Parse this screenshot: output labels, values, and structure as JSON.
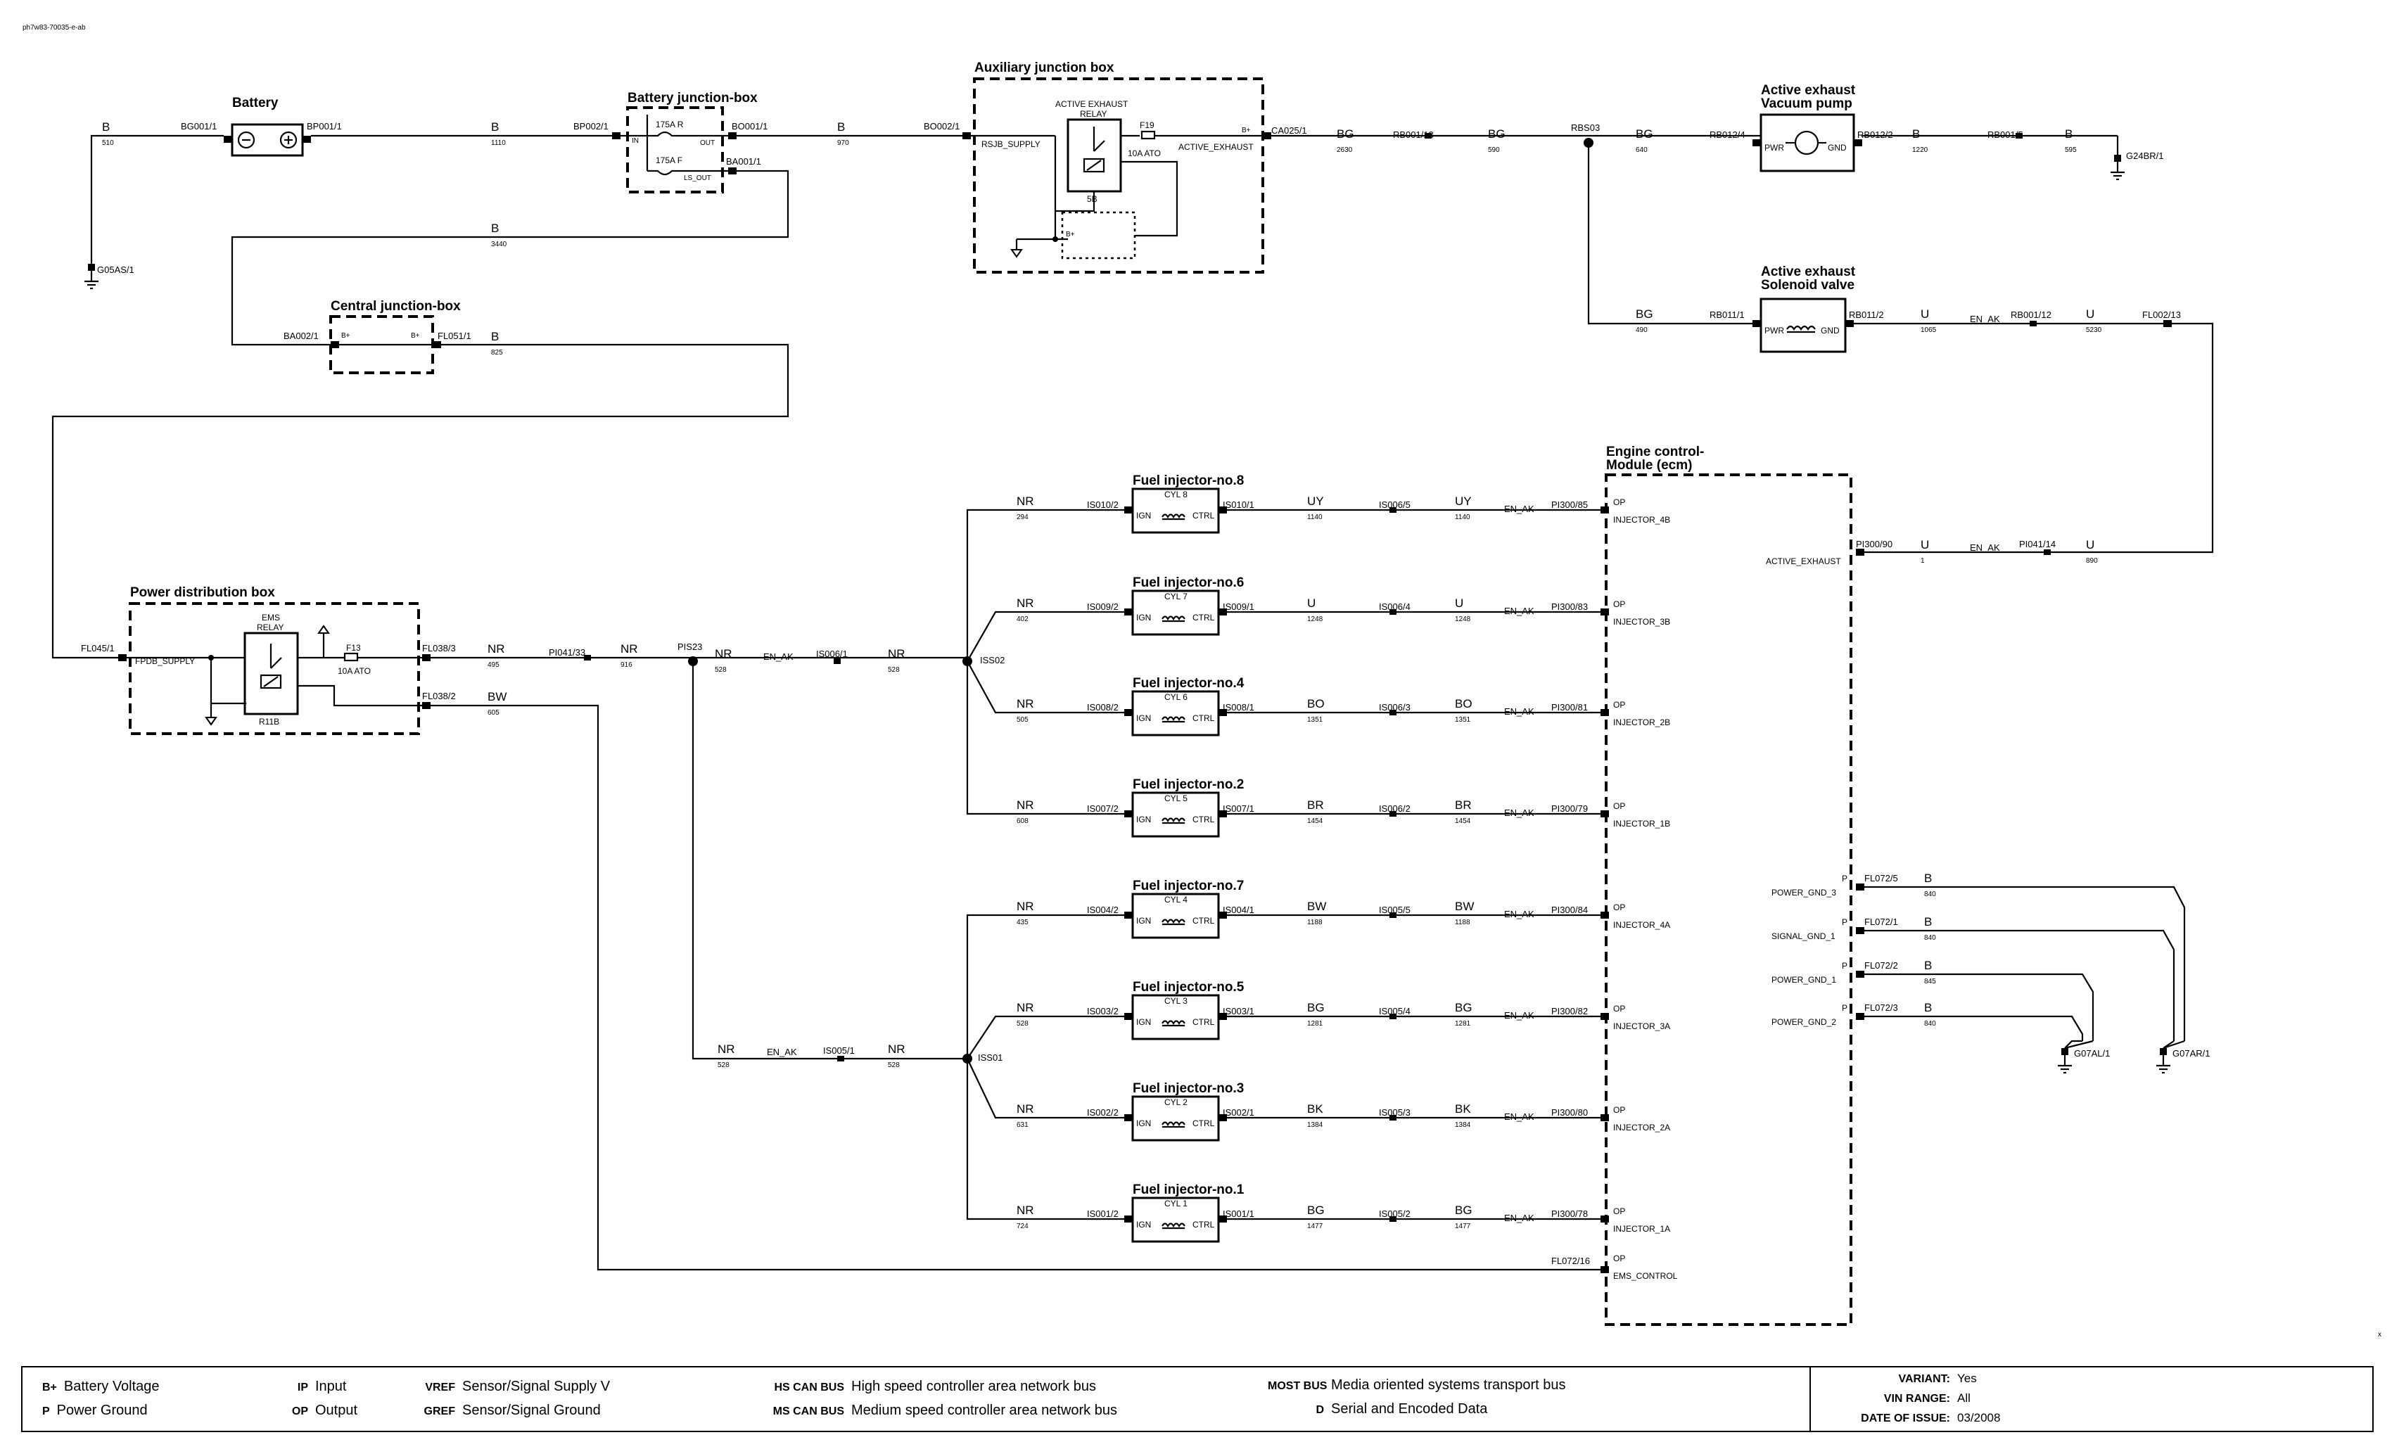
{
  "doc_id": "ph7w83-70035-e-ab",
  "components": {
    "battery": "Battery",
    "battery_jb": "Battery junction-box",
    "aux_jb": "Auxiliary junction box",
    "central_jb": "Central junction-box",
    "pdb": "Power distribution box",
    "pump": [
      "Active exhaust",
      "Vacuum pump"
    ],
    "solenoid": [
      "Active exhaust",
      "Solenoid valve"
    ],
    "ecm": [
      "Engine control-",
      "Module (ecm)"
    ],
    "inj8": "Fuel injector-no.8",
    "inj6": "Fuel injector-no.6",
    "inj4": "Fuel injector-no.4",
    "inj2": "Fuel injector-no.2",
    "inj7": "Fuel injector-no.7",
    "inj5": "Fuel injector-no.5",
    "inj3": "Fuel injector-no.3",
    "inj1": "Fuel injector-no.1"
  },
  "inner": {
    "f175a_r": "175A  R",
    "f175a_f": "175A  F",
    "in": "IN",
    "out": "OUT",
    "ls_out": "LS_OUT",
    "relay": [
      "ACTIVE EXHAUST",
      "RELAY"
    ],
    "f19": "F19",
    "f19_val": "10A ATO",
    "r5b": "5B",
    "bplus": "B+",
    "rsjb": "RSJB_SUPPLY",
    "active_exhaust": "ACTIVE_EXHAUST",
    "ems_relay": [
      "EMS",
      "RELAY"
    ],
    "f13": "F13",
    "f13_val": "10A ATO",
    "r11b": "R11B",
    "fpdb": "FPDB_SUPPLY",
    "pwr": "PWR",
    "gnd": "GND",
    "ign": "IGN",
    "ctrl": "CTRL",
    "cyl8": "CYL 8",
    "cyl7": "CYL 7",
    "cyl6": "CYL 6",
    "cyl5": "CYL 5",
    "cyl4": "CYL 4",
    "cyl3": "CYL 3",
    "cyl2": "CYL 2",
    "cyl1": "CYL 1"
  },
  "connectors": {
    "bg001_1": "BG001/1",
    "bp001_1": "BP001/1",
    "bp002_1": "BP002/1",
    "bo001_1": "BO001/1",
    "ba001_1": "BA001/1",
    "bo002_1": "BO002/1",
    "ca025_1": "CA025/1",
    "rb001_13": "RB001/13",
    "rbs03": "RBS03",
    "rb012_4": "RB012/4",
    "rb012_2": "RB012/2",
    "rb001_5": "RB001/5",
    "rb011_1": "RB011/1",
    "rb011_2": "RB011/2",
    "rb001_12": "RB001/12",
    "fl002_13": "FL002/13",
    "ba002_1": "BA002/1",
    "fl051_1": "FL051/1",
    "fl045_1": "FL045/1",
    "fl038_3": "FL038/3",
    "fl038_2": "FL038/2",
    "pi041_33": "PI041/33",
    "pis23": "PIS23",
    "is006_1": "IS006/1",
    "iss02": "ISS02",
    "iss01": "ISS01",
    "is005_1": "IS005/1",
    "pi300_90": "PI300/90",
    "pi041_14": "PI041/14",
    "fl072_16": "FL072/16",
    "fl072_5": "FL072/5",
    "fl072_1": "FL072/1",
    "fl072_2": "FL072/2",
    "fl072_3": "FL072/3",
    "is010_2": "IS010/2",
    "is010_1": "IS010/1",
    "is006_5": "IS006/5",
    "pi300_85": "PI300/85",
    "is009_2": "IS009/2",
    "is009_1": "IS009/1",
    "is006_4": "IS006/4",
    "pi300_83": "PI300/83",
    "is008_2": "IS008/2",
    "is008_1": "IS008/1",
    "is006_3": "IS006/3",
    "pi300_81": "PI300/81",
    "is007_2": "IS007/2",
    "is007_1": "IS007/1",
    "is006_2": "IS006/2",
    "pi300_79": "PI300/79",
    "is004_2": "IS004/2",
    "is004_1": "IS004/1",
    "is005_5": "IS005/5",
    "pi300_84": "PI300/84",
    "is003_2": "IS003/2",
    "is003_1": "IS003/1",
    "is005_4": "IS005/4",
    "pi300_82": "PI300/82",
    "is002_2": "IS002/2",
    "is002_1": "IS002/1",
    "is005_3": "IS005/3",
    "pi300_80": "PI300/80",
    "is001_2": "IS001/2",
    "is001_1": "IS001/1",
    "is005_2": "IS005/2",
    "pi300_78": "PI300/78"
  },
  "grounds": {
    "g05as": "G05AS/1",
    "g24br": "G24BR/1",
    "g07al": "G07AL/1",
    "g07ar": "G07AR/1"
  },
  "pins": {
    "op": "OP",
    "p": "P",
    "inj4b": "INJECTOR_4B",
    "inj3b": "INJECTOR_3B",
    "inj2b": "INJECTOR_2B",
    "inj1b": "INJECTOR_1B",
    "inj4a": "INJECTOR_4A",
    "inj3a": "INJECTOR_3A",
    "inj2a": "INJECTOR_2A",
    "inj1a": "INJECTOR_1A",
    "ems_control": "EMS_CONTROL",
    "active_exhaust": "ACTIVE_EXHAUST",
    "pg3": "POWER_GND_3",
    "sg1": "SIGNAL_GND_1",
    "pg1": "POWER_GND_1",
    "pg2": "POWER_GND_2"
  },
  "colors": {
    "b": "B",
    "bg": "BG",
    "nr": "NR",
    "bw": "BW",
    "u": "U",
    "uy": "UY",
    "bo": "BO",
    "br": "BR",
    "bk": "BK",
    "en_ak": "EN_AK"
  },
  "wire_nums": {
    "w510": "510",
    "w1110": "1110",
    "w970": "970",
    "w3440": "3440",
    "w825": "825",
    "w2630": "2630",
    "w590": "590",
    "w640": "640",
    "w1220": "1220",
    "w595": "595",
    "w490": "490",
    "w1065": "1065",
    "w5230": "5230",
    "w1": "1",
    "w890": "890",
    "w495": "495",
    "w916": "916",
    "w528": "528",
    "w605": "605",
    "w294": "294",
    "w1140": "1140",
    "w402": "402",
    "w1248": "1248",
    "w505": "505",
    "w1351": "1351",
    "w608": "608",
    "w1454": "1454",
    "w435": "435",
    "w1188": "1188",
    "w1281": "1281",
    "w631": "631",
    "w1384": "1384",
    "w724": "724",
    "w1477": "1477",
    "w840": "840",
    "w845": "845"
  },
  "footer": {
    "legend": [
      {
        "key": "B+",
        "value": "Battery Voltage"
      },
      {
        "key": "P",
        "value": "Power Ground"
      },
      {
        "key": "IP",
        "value": "Input"
      },
      {
        "key": "OP",
        "value": "Output"
      },
      {
        "key": "VREF",
        "value": "Sensor/Signal Supply V"
      },
      {
        "key": "GREF",
        "value": "Sensor/Signal Ground"
      },
      {
        "key": "HS CAN BUS",
        "value": "High speed controller area network bus"
      },
      {
        "key": "MS CAN BUS",
        "value": "Medium speed controller area network bus"
      },
      {
        "key": "MOST BUS",
        "value": "Media oriented systems transport bus"
      },
      {
        "key": "D",
        "value": "Serial and Encoded Data"
      }
    ],
    "meta": [
      {
        "key": "VARIANT:",
        "value": "Yes"
      },
      {
        "key": "VIN RANGE:",
        "value": "All"
      },
      {
        "key": "DATE OF ISSUE:",
        "value": "03/2008"
      }
    ]
  }
}
